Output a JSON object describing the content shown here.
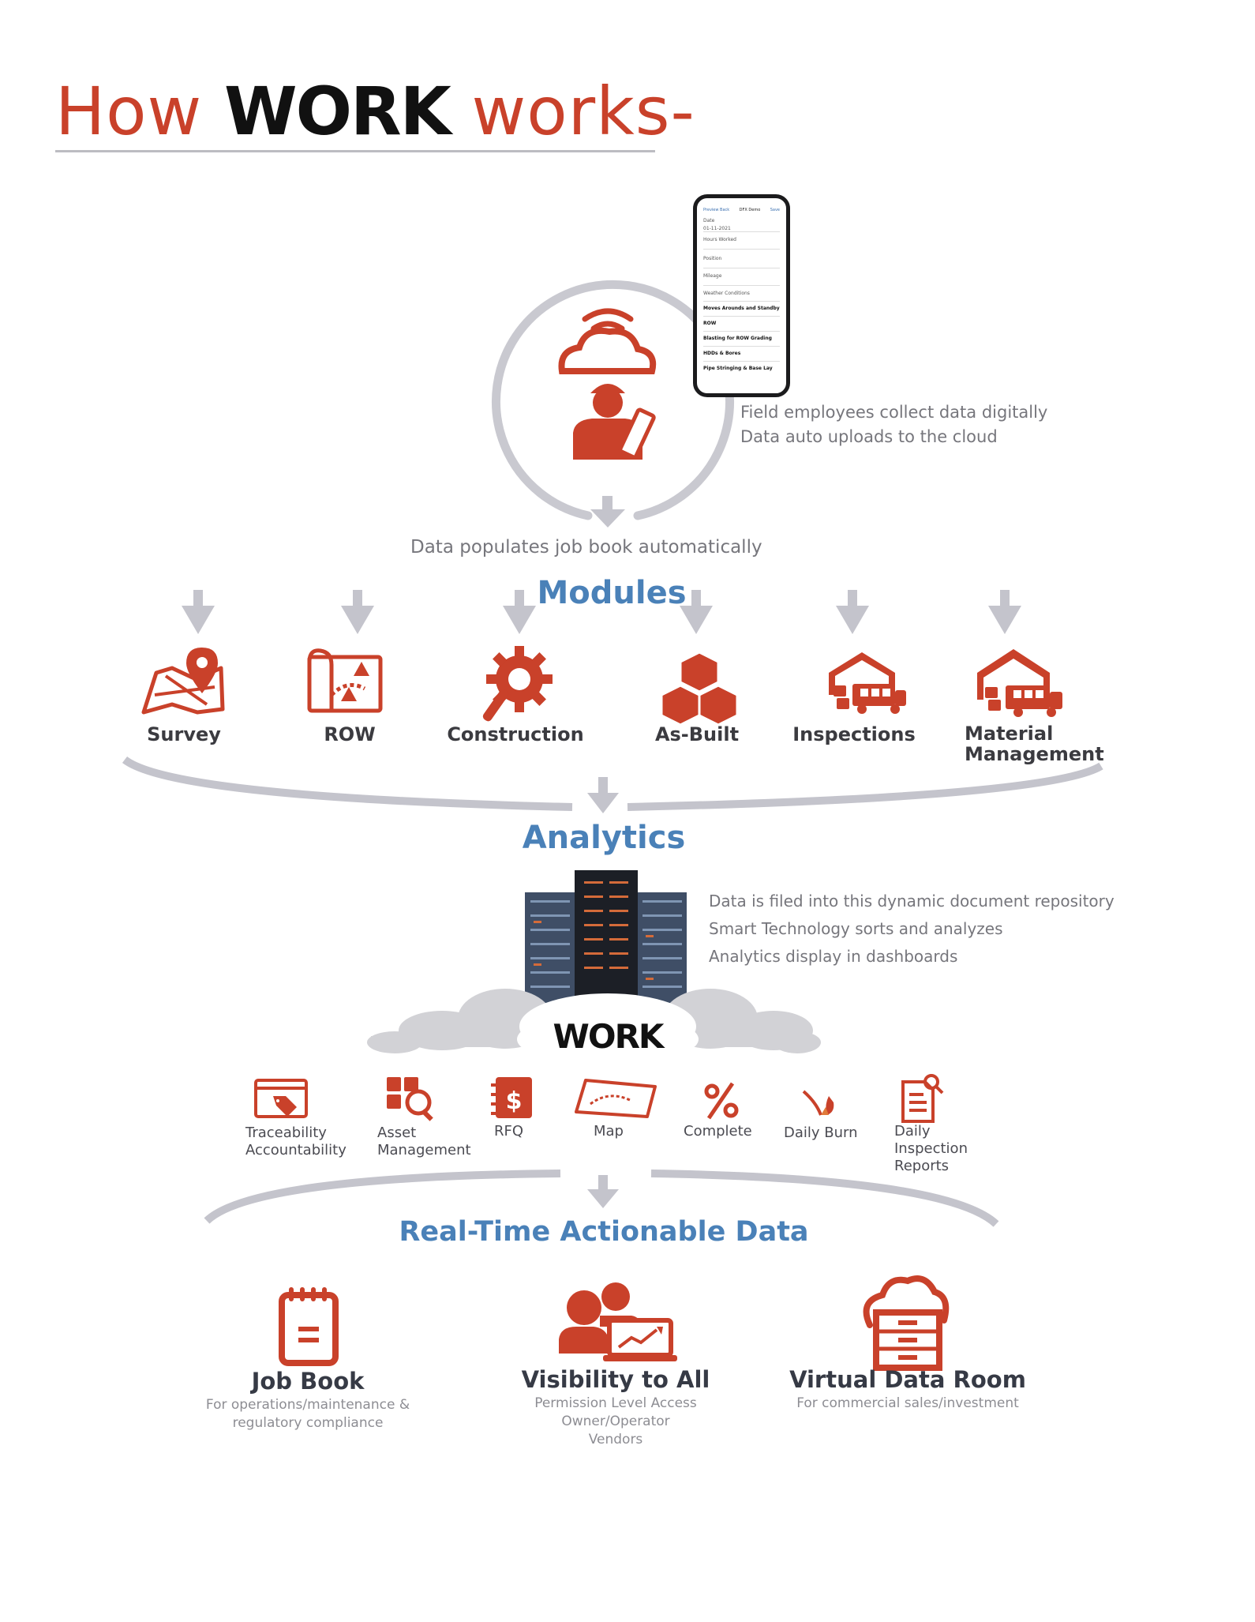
{
  "title": {
    "prefix": "How ",
    "brand": "WORK",
    "suffix": " works-"
  },
  "field": {
    "line1": "Field employees collect data digitally",
    "line2": "Data auto uploads to the cloud",
    "flow_label": "Data populates job book automatically"
  },
  "phone": {
    "nav_left": "Preview  Back",
    "nav_center": "DFX Demo",
    "nav_right": "Save",
    "fields": [
      "Date",
      "01-11-2021",
      "Hours Worked",
      "Position",
      "Mileage",
      "Weather Conditions"
    ],
    "rows": [
      "Moves Arounds and Standby",
      "ROW",
      "Blasting for ROW Grading",
      "HDDs & Bores",
      "Pipe Stringing & Base Lay"
    ]
  },
  "modules": {
    "heading": "Modules",
    "items": [
      {
        "label": "Survey",
        "icon": "map-pin-icon"
      },
      {
        "label": "ROW",
        "icon": "blueprint-map-icon"
      },
      {
        "label": "Construction",
        "icon": "gear-wrench-icon"
      },
      {
        "label": "As-Built",
        "icon": "cubes-icon"
      },
      {
        "label": "Inspections",
        "icon": "warehouse-truck-icon"
      },
      {
        "label": "Material\nManagement",
        "icon": "warehouse-truck-icon"
      }
    ]
  },
  "analytics": {
    "heading": "Analytics",
    "lines": [
      "Data is filed into this dynamic document repository",
      "Smart Technology sorts and analyzes",
      "Analytics display in dashboards"
    ],
    "cloud_brand": "WORK"
  },
  "features": [
    {
      "label": "Traceability\nAccountability",
      "icon": "browser-tag-icon"
    },
    {
      "label": "Asset\nManagement",
      "icon": "asset-search-icon"
    },
    {
      "label": "RFQ",
      "icon": "dollar-notebook-icon"
    },
    {
      "label": "Map",
      "icon": "map-icon"
    },
    {
      "label": "Complete",
      "icon": "percent-icon"
    },
    {
      "label": "Daily Burn",
      "icon": "fuse-burn-icon"
    },
    {
      "label": "Daily\nInspection\nReports",
      "icon": "report-search-icon"
    }
  ],
  "realtime": {
    "heading": "Real-Time Actionable Data",
    "outputs": [
      {
        "title": "Job Book",
        "sub": "For operations/maintenance &\nregulatory compliance",
        "icon": "notepad-icon"
      },
      {
        "title": "Visibility to All",
        "sub": "Permission Level Access\nOwner/Operator\nVendors",
        "icon": "people-laptop-icon"
      },
      {
        "title": "Virtual Data Room",
        "sub": "For commercial sales/investment",
        "icon": "cloud-cabinet-icon"
      }
    ]
  },
  "colors": {
    "accent": "#c9412a",
    "blue": "#4a81b8",
    "arrow_gray": "#c4c4cc",
    "text_gray": "#76767c"
  }
}
